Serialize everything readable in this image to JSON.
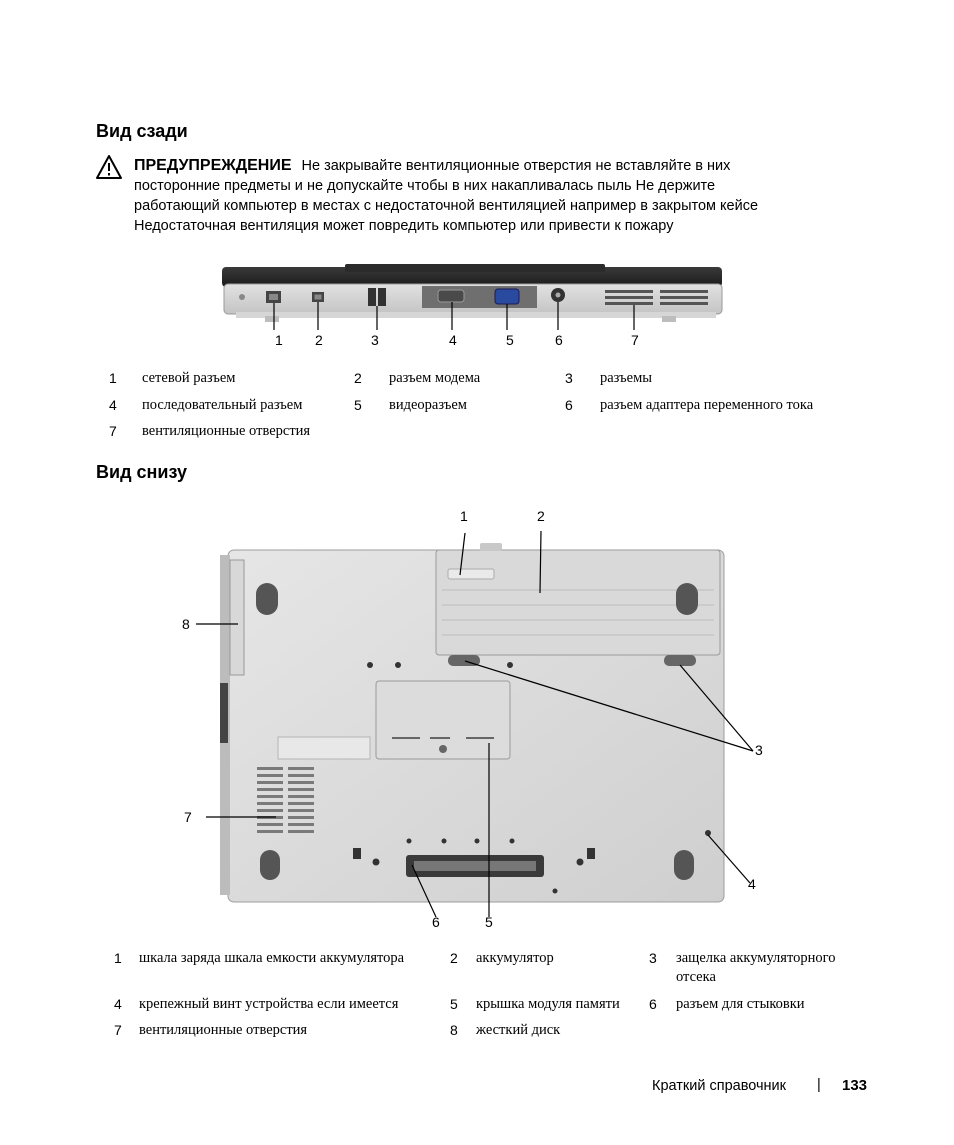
{
  "rear": {
    "heading": "Вид сзади",
    "warning": {
      "title": "ПРЕДУПРЕЖДЕНИЕ",
      "line1": "Не закрывайте вентиляционные отверстия  не вставляйте в них",
      "line2": "посторонние предметы и не допускайте  чтобы в них накапливалась пыль  Не держите",
      "line3": "работающий компьютер в местах с недостаточной вентиляцией  например в закрытом кейсе",
      "line4": "Недостаточная вентиляция может повредить компьютер или привести к пожару"
    },
    "callouts": [
      "1",
      "2",
      "3",
      "4",
      "5",
      "6",
      "7"
    ],
    "legend": [
      {
        "num": "1",
        "label": "сетевой разъем"
      },
      {
        "num": "2",
        "label": "разъем модема"
      },
      {
        "num": "3",
        "label": "разъемы"
      },
      {
        "num": "4",
        "label": "последовательный разъем"
      },
      {
        "num": "5",
        "label": "видеоразъем"
      },
      {
        "num": "6",
        "label": "разъем адаптера переменного тока"
      },
      {
        "num": "7",
        "label": "вентиляционные отверстия"
      }
    ]
  },
  "bottom": {
    "heading": "Вид снизу",
    "callouts": {
      "c1": "1",
      "c2": "2",
      "c3": "3",
      "c4": "4",
      "c5": "5",
      "c6": "6",
      "c7": "7",
      "c8": "8"
    },
    "legend": [
      {
        "num": "1",
        "label": "шкала заряда шкала емкости аккумулятора"
      },
      {
        "num": "2",
        "label": "аккумулятор"
      },
      {
        "num": "3",
        "label": "защелка аккумуляторного",
        "label2": "отсека"
      },
      {
        "num": "4",
        "label": "крепежный винт устройства  если имеется"
      },
      {
        "num": "5",
        "label": "крышка модуля памяти"
      },
      {
        "num": "6",
        "label": "разъем для стыковки"
      },
      {
        "num": "7",
        "label": "вентиляционные отверстия"
      },
      {
        "num": "8",
        "label": "жесткий диск"
      }
    ]
  },
  "footer": {
    "title": "Краткий справочник",
    "separator": "|",
    "page": "133"
  },
  "icons": {
    "warning": "warning-triangle-icon"
  }
}
